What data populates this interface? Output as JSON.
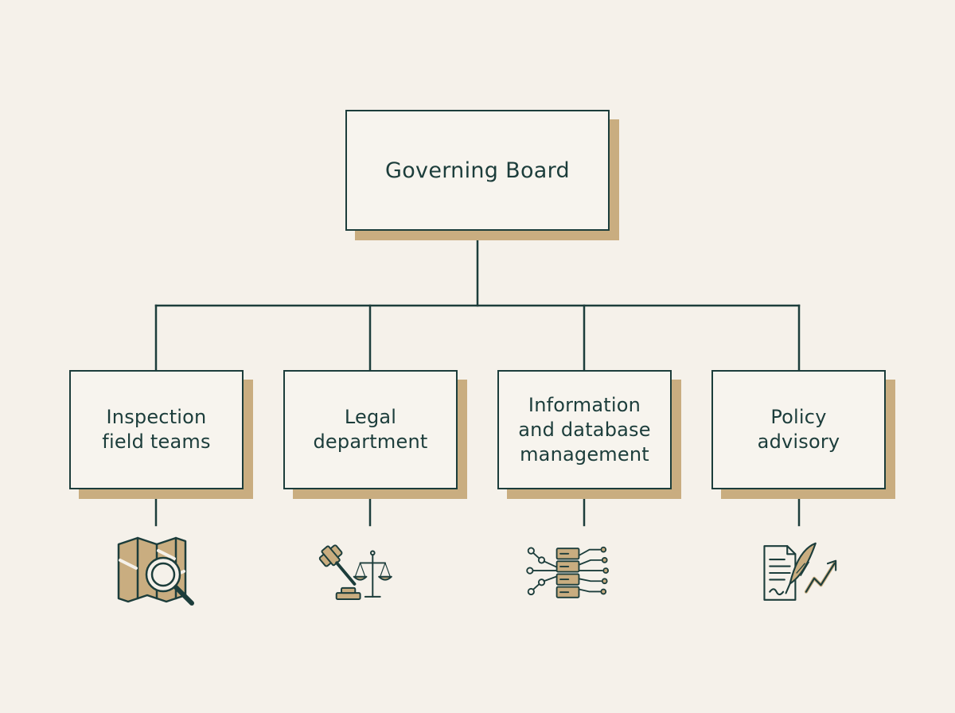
{
  "diagram": {
    "root": {
      "label": "Governing Board"
    },
    "departments": [
      {
        "label": "Inspection\nfield teams",
        "icon": "map-search-icon"
      },
      {
        "label": "Legal\ndepartment",
        "icon": "gavel-scales-icon"
      },
      {
        "label": "Information\nand database\nmanagement",
        "icon": "database-network-icon"
      },
      {
        "label": "Policy\nadvisory",
        "icon": "document-quill-chart-icon"
      }
    ]
  },
  "colors": {
    "background": "#f5f1ea",
    "line": "#1c3d3b",
    "shadow": "#c9ad80",
    "box_fill": "#f7f4ee"
  }
}
